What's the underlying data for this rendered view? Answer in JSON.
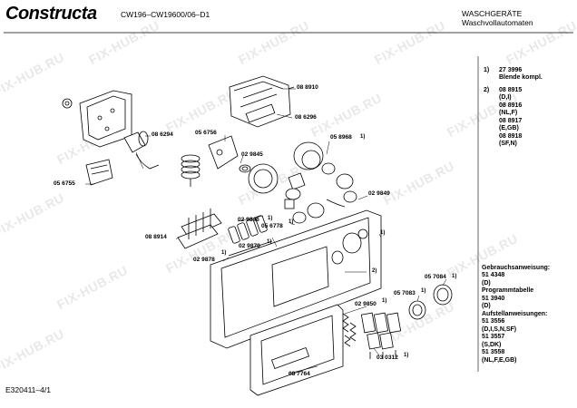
{
  "header": {
    "brand": "Constructa",
    "model": "CW196–CW19600/06–D1",
    "category_line1": "WASCHGERÄTE",
    "category_line2": "Waschvollautomaten"
  },
  "footer": {
    "code": "E320411–4/1"
  },
  "watermark": "FIX-HUB.RU",
  "part_labels": [
    {
      "id": "p1",
      "text": "08 8910"
    },
    {
      "id": "p2",
      "text": "08 6296"
    },
    {
      "id": "p3",
      "text": "08 6294"
    },
    {
      "id": "p4",
      "text": "05 6756"
    },
    {
      "id": "p5",
      "text": "02 9845"
    },
    {
      "id": "p6",
      "text": "05 6755"
    },
    {
      "id": "p7",
      "text": "05 8968"
    },
    {
      "id": "p8",
      "text": "02 9849"
    },
    {
      "id": "p9",
      "text": "02 9846"
    },
    {
      "id": "p10",
      "text": "05 6778"
    },
    {
      "id": "p11",
      "text": "08 8914"
    },
    {
      "id": "p12",
      "text": "02 9879"
    },
    {
      "id": "p13",
      "text": "02 9878"
    },
    {
      "id": "p14",
      "text": "05 7084"
    },
    {
      "id": "p15",
      "text": "05 7083"
    },
    {
      "id": "p16",
      "text": "02 9850"
    },
    {
      "id": "p17",
      "text": "03 0312"
    },
    {
      "id": "p18",
      "text": "08 7764"
    }
  ],
  "callout_marks": [
    "1)",
    "1)",
    "1)",
    "1)",
    "1)",
    "1)",
    "1)",
    "1)",
    "1)",
    "1)",
    "1)",
    "2)"
  ],
  "footnotes": [
    {
      "num": "1)",
      "lines": [
        "27 3996",
        "Blende kompl."
      ]
    },
    {
      "num": "2)",
      "lines": [
        "08 8915",
        "(D,I)",
        "08 8916",
        "(NL,F)",
        "08 8917",
        "(E,GB)",
        "08 8918",
        "(SF,N)"
      ]
    }
  ],
  "manuals": [
    "Gebrauchsanweisung:",
    "51 4348",
    "(D)",
    "Programmtabelle",
    "51 3940",
    "(D)",
    "Aufstellanweisungen:",
    "51 3556",
    "(D,I,S,N,SF)",
    "51 3557",
    "(S,DK)",
    "51 3558",
    "(NL,F,E,GB)"
  ]
}
